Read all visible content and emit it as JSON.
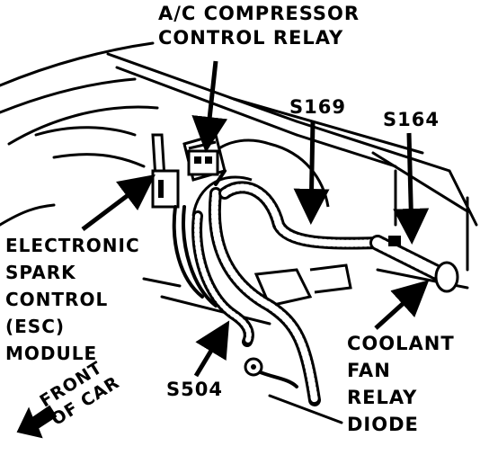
{
  "labels": {
    "ac_relay": [
      "A/C COMPRESSOR",
      "CONTROL RELAY"
    ],
    "s169": "S169",
    "s164": "S164",
    "esc": [
      "ELECTRONIC",
      "SPARK",
      "CONTROL",
      "(ESC)",
      "MODULE"
    ],
    "s504": "S504",
    "coolant": [
      "COOLANT",
      "FAN",
      "RELAY",
      "DIODE"
    ],
    "front": [
      "FRONT",
      "OF CAR"
    ]
  },
  "colors": {
    "ink": "#000000",
    "paper": "#ffffff"
  }
}
